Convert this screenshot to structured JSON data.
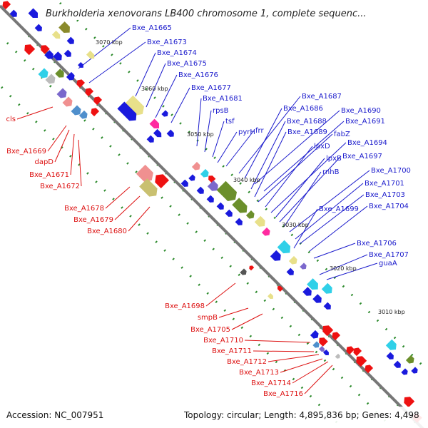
{
  "title": "Burkholderia xenovorans LB400 chromosome 1, complete sequenc...",
  "footer": {
    "accession": "Accession: NC_007951",
    "summary": "Topology: circular; Length: 4,895,836 bp; Genes: 4,498"
  },
  "colors": {
    "forward_label": "#1a1acc",
    "reverse_label": "#dd1111",
    "backbone": "#777777",
    "tick": "#2b8a2b"
  },
  "kbp_markers": [
    "3070 kbp",
    "3060 kbp",
    "3050 kbp",
    "3040 kbp",
    "3030 kbp",
    "3020 kbp",
    "3010 kbp"
  ],
  "forward_labels": [
    "Bxe_A1665",
    "Bxe_A1673",
    "Bxe_A1674",
    "Bxe_A1675",
    "Bxe_A1676",
    "Bxe_A1677",
    "Bxe_A1681",
    "rpsB",
    "tsf",
    "pyrH",
    "frr",
    "Bxe_A1687",
    "Bxe_A1686",
    "Bxe_A1690",
    "Bxe_A1688",
    "Bxe_A1691",
    "Bxe_A1689",
    "fabZ",
    "lpxD",
    "Bxe_A1694",
    "lpxB",
    "Bxe_A1697",
    "rnhB",
    "Bxe_A1700",
    "Bxe_A1701",
    "Bxe_A1703",
    "Bxe_A1699",
    "Bxe_A1704",
    "Bxe_A1706",
    "Bxe_A1707",
    "guaA"
  ],
  "reverse_labels": [
    "cls",
    "Bxe_A1669",
    "dapD",
    "Bxe_A1671",
    "Bxe_A1672",
    "Bxe_A1678",
    "Bxe_A1679",
    "Bxe_A1680",
    "Bxe_A1698",
    "smpB",
    "Bxe_A1705",
    "Bxe_A1710",
    "Bxe_A1711",
    "Bxe_A1712",
    "Bxe_A1713",
    "Bxe_A1714",
    "Bxe_A1716"
  ]
}
